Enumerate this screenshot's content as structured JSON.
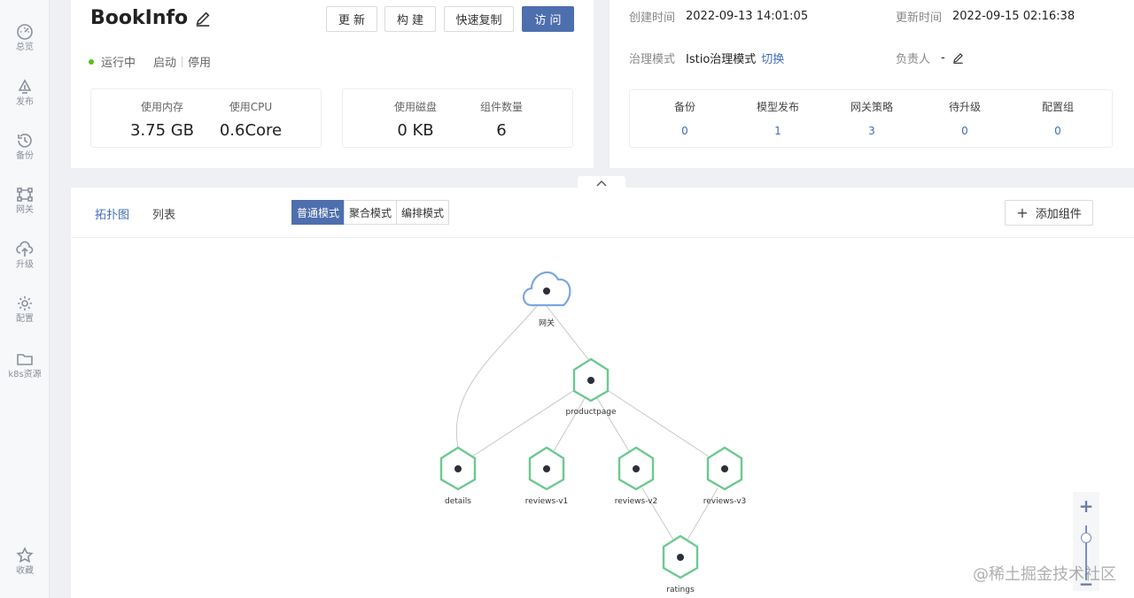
{
  "sidebar": {
    "items": [
      {
        "label": "总览",
        "icon": "dashboard-icon"
      },
      {
        "label": "发布",
        "icon": "publish-icon"
      },
      {
        "label": "备份",
        "icon": "backup-icon"
      },
      {
        "label": "网关",
        "icon": "gateway-icon"
      },
      {
        "label": "升级",
        "icon": "upgrade-icon"
      },
      {
        "label": "配置",
        "icon": "gear-icon"
      },
      {
        "label": "k8s资源",
        "icon": "folder-icon"
      },
      {
        "label": "收藏",
        "icon": "star-icon"
      }
    ]
  },
  "app": {
    "name": "BookInfo",
    "buttons": {
      "update": "更 新",
      "build": "构 建",
      "copy": "快速复制",
      "visit": "访 问"
    },
    "status": "运行中",
    "start": "启动",
    "stop": "停用",
    "metrics": {
      "memory_label": "使用内存",
      "memory_value": "3.75 GB",
      "cpu_label": "使用CPU",
      "cpu_value": "0.6Core",
      "disk_label": "使用磁盘",
      "disk_value": "0 KB",
      "components_label": "组件数量",
      "components_value": "6"
    }
  },
  "info": {
    "created_label": "创建时间",
    "created_value": "2022-09-13 14:01:05",
    "updated_label": "更新时间",
    "updated_value": "2022-09-15 02:16:38",
    "governance_label": "治理模式",
    "governance_value": "Istio治理模式",
    "switch_label": "切换",
    "owner_label": "负责人",
    "owner_value": "-",
    "stats": [
      {
        "label": "备份",
        "value": "0"
      },
      {
        "label": "模型发布",
        "value": "1"
      },
      {
        "label": "网关策略",
        "value": "3"
      },
      {
        "label": "待升级",
        "value": "0"
      },
      {
        "label": "配置组",
        "value": "0"
      }
    ]
  },
  "main": {
    "tabs": {
      "topology": "拓扑图",
      "list": "列表"
    },
    "modes": {
      "normal": "普通模式",
      "aggregate": "聚合模式",
      "orchestrate": "编排模式"
    },
    "add_component": "添加组件"
  },
  "topology": {
    "nodes": {
      "gateway": "网关",
      "productpage": "productpage",
      "details": "details",
      "reviews_v1": "reviews-v1",
      "reviews_v2": "reviews-v2",
      "reviews_v3": "reviews-v3",
      "ratings": "ratings"
    }
  },
  "zoom": {
    "in": "+",
    "out": "−"
  },
  "watermark": "@稀土掘金技术社区",
  "colors": {
    "primary": "#4e6fae",
    "link": "#3e6db5",
    "node_green": "#6cc98f",
    "cloud_blue": "#7aa7e0",
    "running": "#52c41a"
  }
}
